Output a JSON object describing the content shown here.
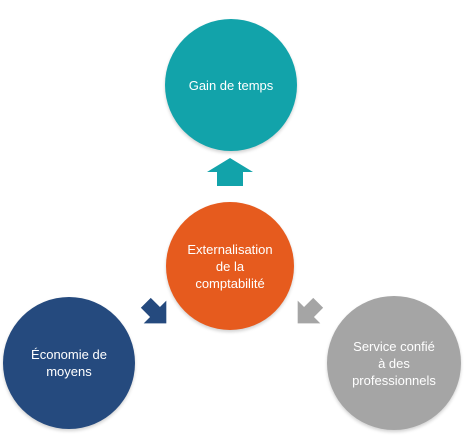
{
  "nodes": {
    "center": {
      "label": "Externalisation\nde la\ncomptabilité",
      "color": "#E65B1E"
    },
    "top": {
      "label": "Gain de temps",
      "color": "#12A3AA"
    },
    "left": {
      "label": "Économie de\nmoyens",
      "color": "#254A7E"
    },
    "right": {
      "label": "Service confié\nà des\nprofessionnels",
      "color": "#A5A5A5"
    }
  },
  "arrows": {
    "top": {
      "color": "#12A3AA"
    },
    "left": {
      "color": "#254A7E"
    },
    "right": {
      "color": "#A5A5A5"
    }
  }
}
